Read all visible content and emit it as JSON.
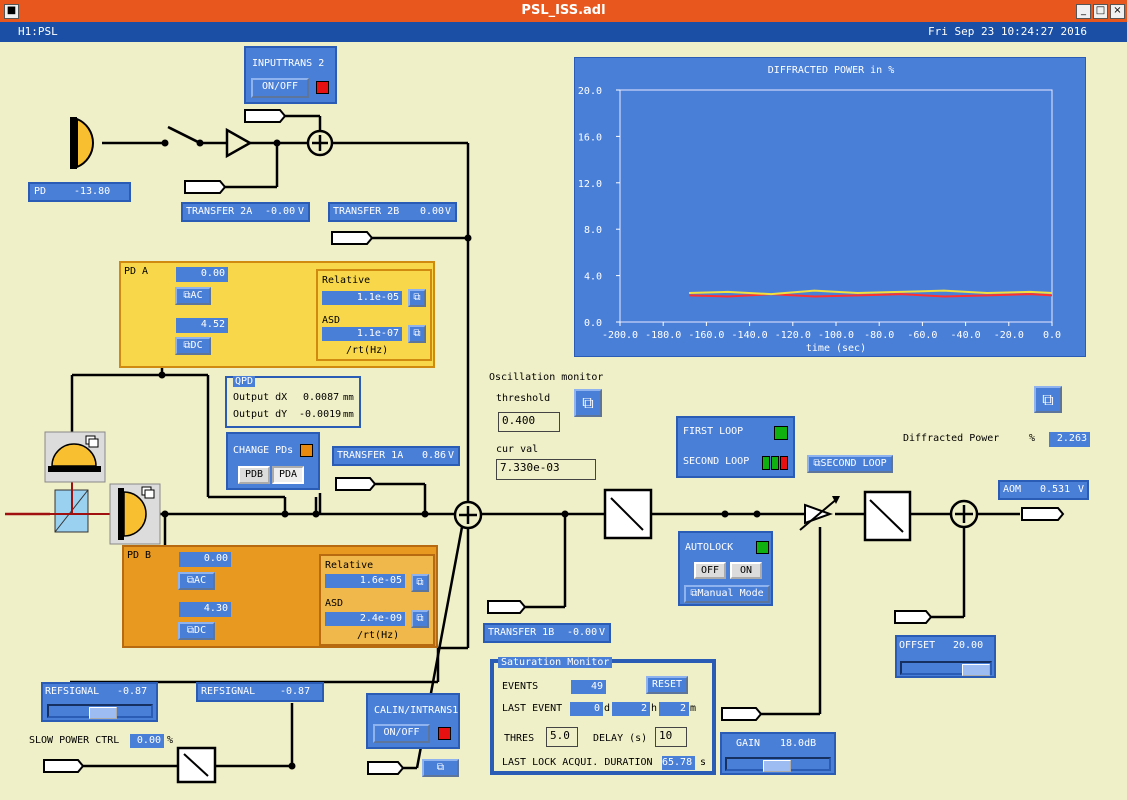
{
  "window": {
    "title": "PSL_ISS.adl",
    "ifo": "H1:PSL",
    "datetime": "Fri Sep 23 10:24:27 2016"
  },
  "icons": {
    "pd_detector": "photodiode-icon",
    "switch": "switch-icon",
    "amplifier": "amplifier-icon",
    "summer": "summing-junction-icon",
    "related": "related-display-icon",
    "filter": "filter-icon",
    "attenuator": "variable-attenuator-icon"
  },
  "colors": {
    "background": "#f0f0c8",
    "panel": "#4a7fd8",
    "pdA": "#f8d84a",
    "pdB": "#e89a20",
    "alarm_red": "#e81010",
    "ok_green": "#10b010",
    "title": "#e8581e",
    "status": "#1a4fa5"
  },
  "inputtrans2": {
    "title": "INPUTTRANS 2",
    "button": "ON/OFF"
  },
  "pd": {
    "label": "PD",
    "value": "-13.80"
  },
  "transfer2a": {
    "label": "TRANSFER 2A",
    "value": "-0.00",
    "unit": "V"
  },
  "transfer2b": {
    "label": "TRANSFER 2B",
    "value": "0.00",
    "unit": "V"
  },
  "pdA": {
    "title": "PD A",
    "ac_value": "0.00",
    "dc_value": "4.52",
    "ac_btn": "AC",
    "dc_btn": "DC",
    "relative_label": "Relative",
    "relative_value": "1.1e-05",
    "asd_label": "ASD",
    "asd_value": "1.1e-07",
    "asd_unit": "/rt(Hz)"
  },
  "pdB": {
    "title": "PD B",
    "ac_value": "0.00",
    "dc_value": "4.30",
    "ac_btn": "AC",
    "dc_btn": "DC",
    "relative_label": "Relative",
    "relative_value": "1.6e-05",
    "asd_label": "ASD",
    "asd_value": "2.4e-09",
    "asd_unit": "/rt(Hz)"
  },
  "qpd": {
    "title": "QPD",
    "dx_label": "Output dX",
    "dx_value": "0.0087",
    "dx_unit": "mm",
    "dy_label": "Output dY",
    "dy_value": "-0.0019",
    "dy_unit": "mm"
  },
  "changepd": {
    "title": "CHANGE PDs",
    "pdb": "PDB",
    "pda": "PDA"
  },
  "transfer1a": {
    "label": "TRANSFER 1A",
    "value": "0.86",
    "unit": "V"
  },
  "transfer1b": {
    "label": "TRANSFER 1B",
    "value": "-0.00",
    "unit": "V"
  },
  "osc": {
    "title": "Oscillation monitor",
    "threshold_label": "threshold",
    "threshold_value": "0.400",
    "curval_label": "cur val",
    "curval_value": "7.330e-03"
  },
  "loops": {
    "first": "FIRST LOOP",
    "second": "SECOND LOOP",
    "second_btn": "SECOND LOOP"
  },
  "autolock": {
    "title": "AUTOLOCK",
    "off": "OFF",
    "on": "ON",
    "manual": "Manual Mode"
  },
  "diffracted": {
    "label": "Diffracted Power",
    "unit": "%",
    "value": "2.263"
  },
  "aom": {
    "label": "AOM",
    "value": "0.531",
    "unit": "V"
  },
  "offset": {
    "label": "OFFSET",
    "value": "20.00"
  },
  "gain": {
    "label": "GAIN",
    "value": "18.0dB"
  },
  "refsignal1": {
    "label": "REFSIGNAL",
    "value": "-0.87"
  },
  "refsignal2": {
    "label": "REFSIGNAL",
    "value": "-0.87"
  },
  "slowpower": {
    "label": "SLOW POWER CTRL",
    "value": "0.00",
    "unit": "%"
  },
  "calin": {
    "title": "CALIN/INTRANS1",
    "button": "ON/OFF"
  },
  "saturation": {
    "title": "Saturation Monitor",
    "events_label": "EVENTS",
    "events_value": "49",
    "reset": "RESET",
    "last_event_label": "LAST EVENT",
    "last_d": "0",
    "d_unit": "d",
    "last_h": "2",
    "h_unit": "h",
    "last_m": "2",
    "m_unit": "m",
    "thres_label": "THRES",
    "thres_value": "5.0",
    "delay_label": "DELAY (s)",
    "delay_value": "10",
    "duration_label": "LAST LOCK ACQUI. DURATION",
    "duration_value": "65.78",
    "duration_unit": "s"
  },
  "chart_data": {
    "type": "line",
    "title": "DIFFRACTED POWER in %",
    "xlabel": "time (sec)",
    "ylabel": "",
    "xlim": [
      -200,
      0
    ],
    "ylim": [
      0,
      20
    ],
    "xticks": [
      "-200.0",
      "-180.0",
      "-160.0",
      "-140.0",
      "-120.0",
      "-100.0",
      "-80.0",
      "-60.0",
      "-40.0",
      "-20.0",
      "0.0"
    ],
    "yticks": [
      "20.0",
      "16.0",
      "12.0",
      "8.0",
      "4.0",
      "0.0"
    ],
    "series": [
      {
        "color": "#ff3030",
        "x": [
          -168,
          -150,
          -130,
          -110,
          -90,
          -70,
          -50,
          -30,
          -10,
          0
        ],
        "y": [
          2.3,
          2.2,
          2.4,
          2.2,
          2.3,
          2.4,
          2.2,
          2.3,
          2.4,
          2.3
        ]
      },
      {
        "color": "#f0e040",
        "x": [
          -168,
          -150,
          -130,
          -110,
          -90,
          -70,
          -50,
          -30,
          -10,
          0
        ],
        "y": [
          2.5,
          2.6,
          2.4,
          2.7,
          2.5,
          2.6,
          2.7,
          2.5,
          2.6,
          2.5
        ]
      }
    ]
  }
}
